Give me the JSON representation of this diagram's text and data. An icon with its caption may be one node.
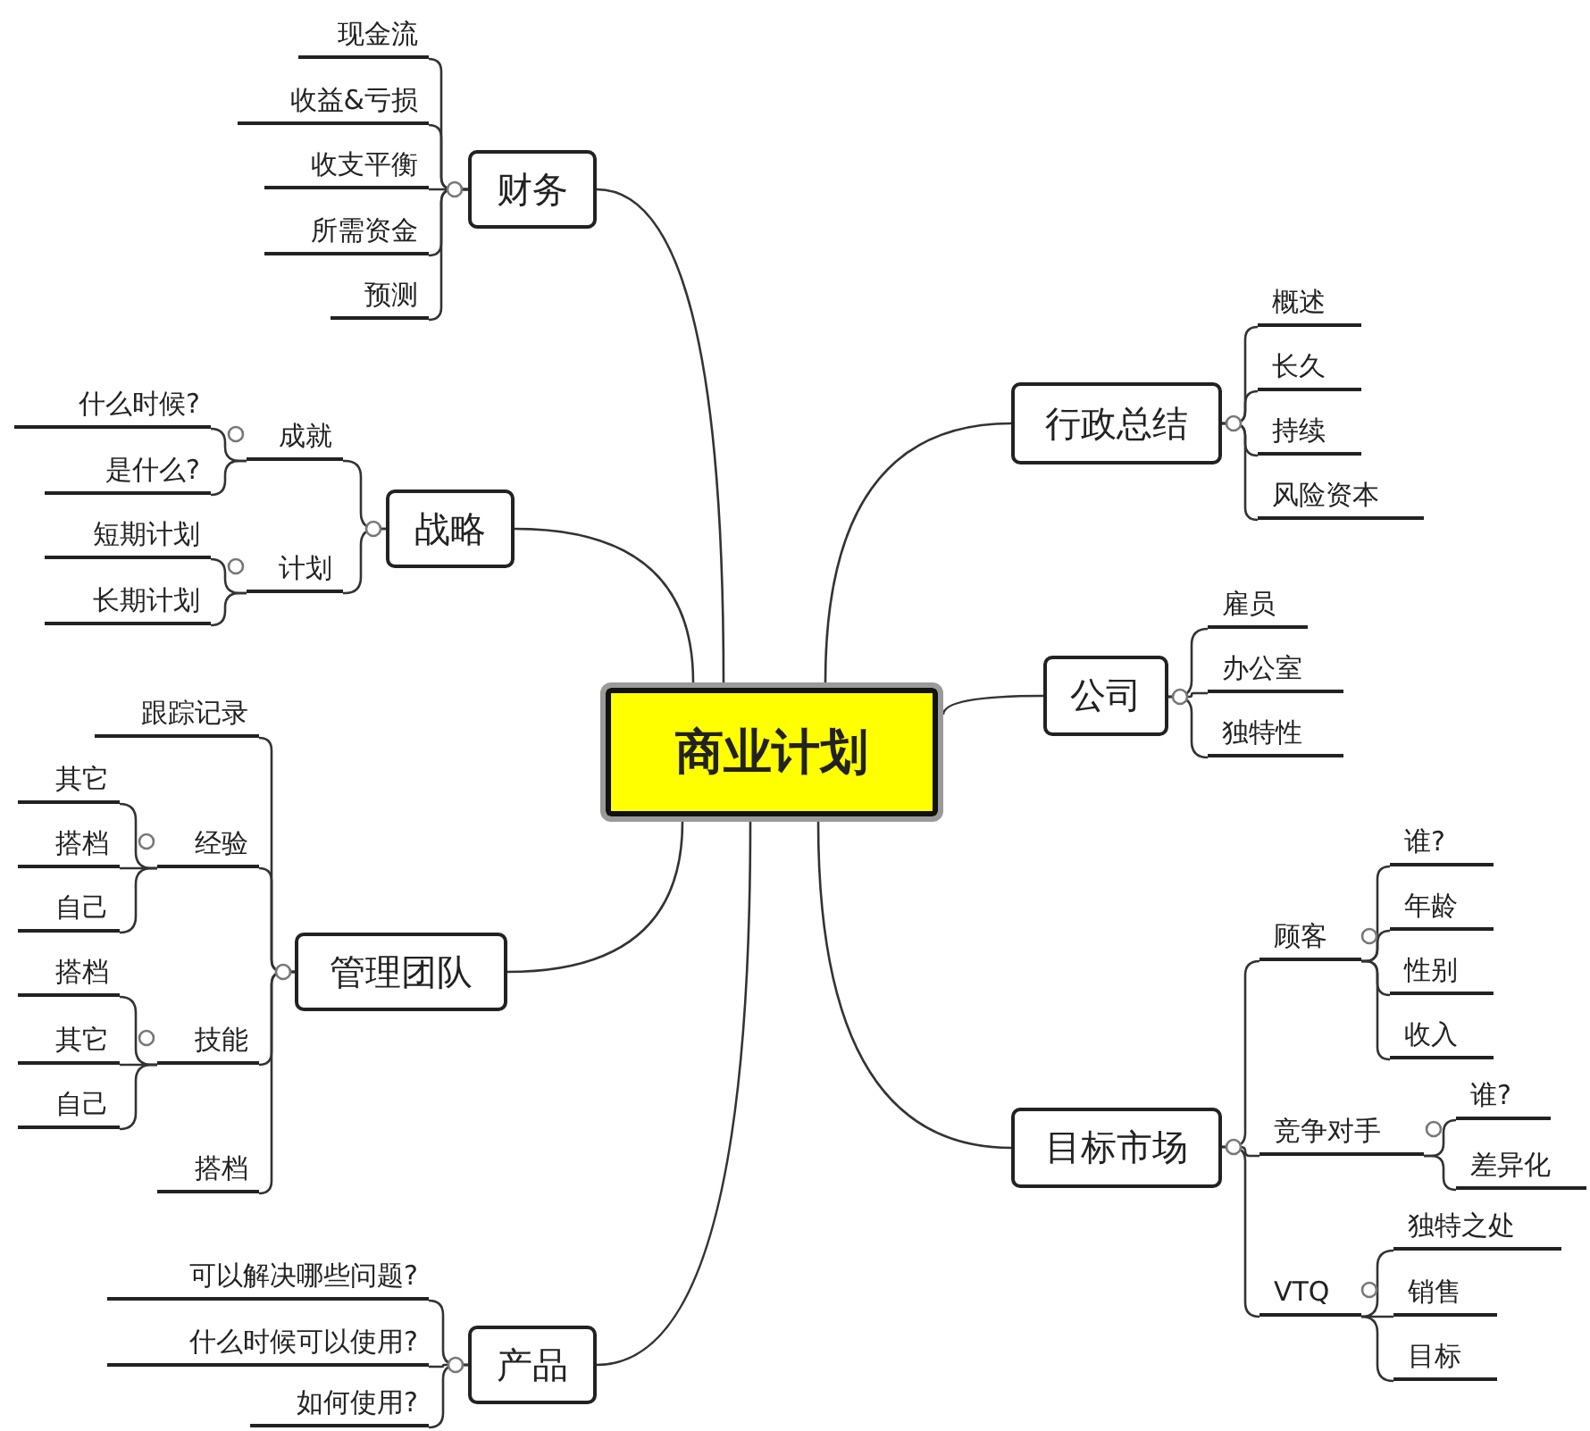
{
  "diagram": {
    "nodes": [
      {
        "text": [
          "商业计划"
        ]
      },
      {
        "text": [
          "财务"
        ]
      },
      {
        "text": [
          "战略"
        ]
      },
      {
        "text": [
          "管理团队"
        ]
      },
      {
        "text": [
          "产品"
        ]
      },
      {
        "text": [
          "行政总结"
        ]
      },
      {
        "text": [
          "公司"
        ]
      },
      {
        "text": [
          "目标市场"
        ]
      },
      {
        "text": [
          "现金流"
        ]
      },
      {
        "text": [
          "收益&亏损"
        ]
      },
      {
        "text": [
          "收支平衡"
        ]
      },
      {
        "text": [
          "所需资金"
        ]
      },
      {
        "text": [
          "预测"
        ]
      },
      {
        "text": [
          "成就"
        ]
      },
      {
        "text": [
          "计划"
        ]
      },
      {
        "text": [
          "什么时候?"
        ]
      },
      {
        "text": [
          "是什么?"
        ]
      },
      {
        "text": [
          "短期计划"
        ]
      },
      {
        "text": [
          "长期计划"
        ]
      },
      {
        "text": [
          "跟踪记录"
        ]
      },
      {
        "text": [
          "经验"
        ]
      },
      {
        "text": [
          "其它"
        ]
      },
      {
        "text": [
          "搭档"
        ]
      },
      {
        "text": [
          "自己"
        ]
      },
      {
        "text": [
          "技能"
        ]
      },
      {
        "text": [
          "搭档"
        ]
      },
      {
        "text": [
          "其它"
        ]
      },
      {
        "text": [
          "自己"
        ]
      },
      {
        "text": [
          "搭档"
        ]
      },
      {
        "text": [
          "可以解决哪些问题?"
        ]
      },
      {
        "text": [
          "什么时候可以使用?"
        ]
      },
      {
        "text": [
          "如何使用?"
        ]
      },
      {
        "text": [
          "概述"
        ]
      },
      {
        "text": [
          "长久"
        ]
      },
      {
        "text": [
          "持续"
        ]
      },
      {
        "text": [
          "风险资本"
        ]
      },
      {
        "text": [
          "雇员"
        ]
      },
      {
        "text": [
          "办公室"
        ]
      },
      {
        "text": [
          "独特性"
        ]
      },
      {
        "text": [
          "顾客"
        ]
      },
      {
        "text": [
          "谁?"
        ]
      },
      {
        "text": [
          "年龄"
        ]
      },
      {
        "text": [
          "性别"
        ]
      },
      {
        "text": [
          "收入"
        ]
      },
      {
        "text": [
          "竞争对手"
        ]
      },
      {
        "text": [
          "谁?"
        ]
      },
      {
        "text": [
          "差异化"
        ]
      },
      {
        "text": [
          "VTQ"
        ]
      },
      {
        "text": [
          "独特之处"
        ]
      },
      {
        "text": [
          "销售"
        ]
      },
      {
        "text": [
          "目标"
        ]
      }
    ],
    "edges": [
      {
        "from": 0,
        "to": 1,
        "arrow": "none"
      },
      {
        "from": 0,
        "to": 2,
        "arrow": "none"
      },
      {
        "from": 0,
        "to": 3,
        "arrow": "none"
      },
      {
        "from": 0,
        "to": 4,
        "arrow": "none"
      },
      {
        "from": 0,
        "to": 5,
        "arrow": "none"
      },
      {
        "from": 0,
        "to": 6,
        "arrow": "none"
      },
      {
        "from": 0,
        "to": 7,
        "arrow": "none"
      },
      {
        "from": 1,
        "to": 8,
        "arrow": "none"
      },
      {
        "from": 1,
        "to": 9,
        "arrow": "none"
      },
      {
        "from": 1,
        "to": 10,
        "arrow": "none"
      },
      {
        "from": 1,
        "to": 11,
        "arrow": "none"
      },
      {
        "from": 1,
        "to": 12,
        "arrow": "none"
      },
      {
        "from": 2,
        "to": 13,
        "arrow": "none"
      },
      {
        "from": 2,
        "to": 14,
        "arrow": "none"
      },
      {
        "from": 13,
        "to": 15,
        "arrow": "none"
      },
      {
        "from": 13,
        "to": 16,
        "arrow": "none"
      },
      {
        "from": 14,
        "to": 17,
        "arrow": "none"
      },
      {
        "from": 14,
        "to": 18,
        "arrow": "none"
      },
      {
        "from": 3,
        "to": 19,
        "arrow": "none"
      },
      {
        "from": 3,
        "to": 20,
        "arrow": "none"
      },
      {
        "from": 20,
        "to": 21,
        "arrow": "none"
      },
      {
        "from": 20,
        "to": 22,
        "arrow": "none"
      },
      {
        "from": 20,
        "to": 23,
        "arrow": "none"
      },
      {
        "from": 3,
        "to": 24,
        "arrow": "none"
      },
      {
        "from": 24,
        "to": 25,
        "arrow": "none"
      },
      {
        "from": 24,
        "to": 26,
        "arrow": "none"
      },
      {
        "from": 24,
        "to": 27,
        "arrow": "none"
      },
      {
        "from": 3,
        "to": 28,
        "arrow": "none"
      },
      {
        "from": 4,
        "to": 29,
        "arrow": "none"
      },
      {
        "from": 4,
        "to": 30,
        "arrow": "none"
      },
      {
        "from": 4,
        "to": 31,
        "arrow": "none"
      },
      {
        "from": 5,
        "to": 32,
        "arrow": "none"
      },
      {
        "from": 5,
        "to": 33,
        "arrow": "none"
      },
      {
        "from": 5,
        "to": 34,
        "arrow": "none"
      },
      {
        "from": 5,
        "to": 35,
        "arrow": "none"
      },
      {
        "from": 6,
        "to": 36,
        "arrow": "none"
      },
      {
        "from": 6,
        "to": 37,
        "arrow": "none"
      },
      {
        "from": 6,
        "to": 38,
        "arrow": "none"
      },
      {
        "from": 7,
        "to": 39,
        "arrow": "none"
      },
      {
        "from": 39,
        "to": 40,
        "arrow": "none"
      },
      {
        "from": 39,
        "to": 41,
        "arrow": "none"
      },
      {
        "from": 39,
        "to": 42,
        "arrow": "none"
      },
      {
        "from": 39,
        "to": 43,
        "arrow": "none"
      },
      {
        "from": 7,
        "to": 44,
        "arrow": "none"
      },
      {
        "from": 44,
        "to": 45,
        "arrow": "none"
      },
      {
        "from": 44,
        "to": 46,
        "arrow": "none"
      },
      {
        "from": 7,
        "to": 47,
        "arrow": "none"
      },
      {
        "from": 47,
        "to": 48,
        "arrow": "none"
      },
      {
        "from": 47,
        "to": 49,
        "arrow": "none"
      },
      {
        "from": 47,
        "to": 50,
        "arrow": "none"
      }
    ]
  }
}
